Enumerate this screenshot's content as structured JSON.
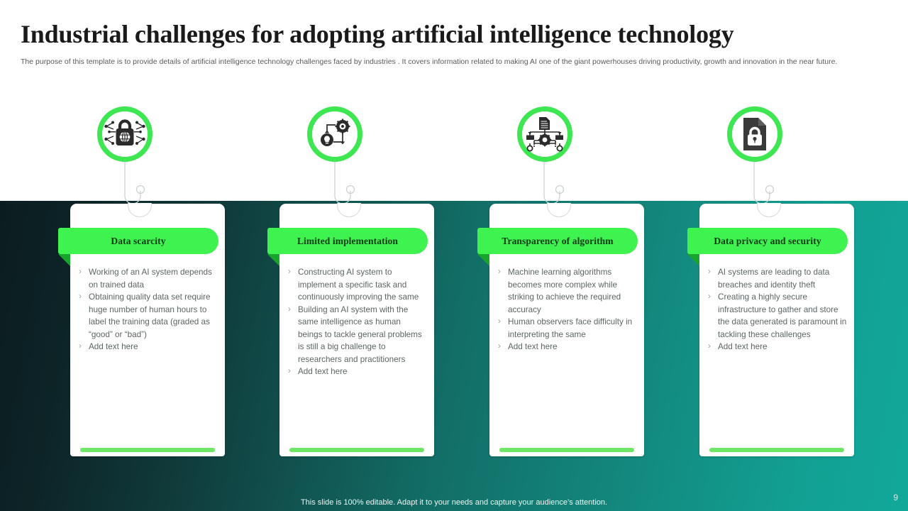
{
  "header": {
    "title": "Industrial challenges for adopting artificial intelligence technology",
    "subtitle": "The purpose of this template is to provide details of artificial intelligence technology challenges faced by industries . It covers information related to making AI one of the giant powerhouses driving productivity, growth and innovation in the near future."
  },
  "theme": {
    "accent_green": "#3ef24f",
    "ring_green": "#3ee652",
    "fold_green": "#17a52b",
    "footer_bar_green": "#6ee766",
    "band_dark": "#0b1c20",
    "band_light": "#11a89a",
    "ribbon_text": "#0d3a14",
    "body_text": "#5d6565"
  },
  "cards": [
    {
      "icon": "padlock-globe-network-icon",
      "title": "Data scarcity",
      "bullets": [
        "Working of an AI  system depends on trained data",
        "Obtaining quality data set require huge number of human hours to label the training data (graded as “good” or “bad”)",
        "Add text here"
      ]
    },
    {
      "icon": "gear-lightbulb-process-icon",
      "title": "Limited implementation",
      "bullets": [
        "Constructing AI  system to implement a specific task and continuously improving the same",
        "Building an AI  system with the same intelligence  as human beings to tackle general problems is still a big challenge to researchers and practitioners",
        "Add text here"
      ]
    },
    {
      "icon": "algorithm-flowchart-gear-icon",
      "title": "Transparency of algorithm",
      "bullets": [
        "Machine learning algorithms becomes more complex while striking to achieve the required accuracy",
        "Human observers face difficulty in interpreting the same",
        "Add text here"
      ]
    },
    {
      "icon": "document-padlock-icon",
      "title": "Data privacy and security",
      "bullets": [
        "AI  systems are leading to data breaches and identity theft",
        "Creating a highly  secure infrastructure to gather and store the data generated is paramount in tackling these challenges",
        "Add text here"
      ]
    }
  ],
  "footer": {
    "note": "This slide is 100% editable. Adapt it to your needs and capture your audience’s attention.",
    "page_number": "9"
  },
  "bullet_marker": "›"
}
